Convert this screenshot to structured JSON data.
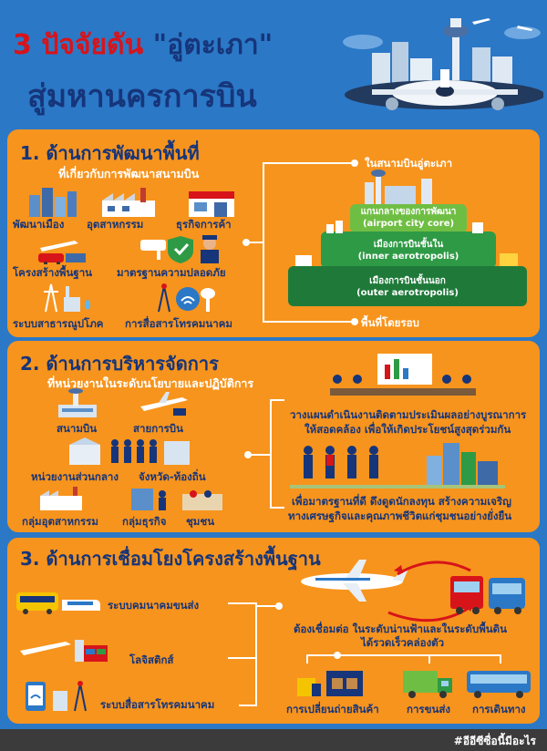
{
  "header": {
    "title_num": "3",
    "title_line1": "ปัจจัยดัน",
    "title_quote": "\"อู่ตะเภา\"",
    "title_line2": "สู่มหานครการบิน"
  },
  "section1": {
    "title": "1. ด้านการพัฒนาพื้นที่",
    "subtitle": "ที่เกี่ยวกับการพัฒนาสนามบิน",
    "items": [
      {
        "label": "พัฒนาเมือง",
        "icon": "city-icon"
      },
      {
        "label": "อุตสาหกรรม",
        "icon": "factory-icon"
      },
      {
        "label": "ธุรกิจการค้า",
        "icon": "shop-icon"
      },
      {
        "label": "โครงสร้างพื้นฐาน",
        "icon": "transport-icon"
      },
      {
        "label": "มาตรฐานความปลอดภัย",
        "icon": "security-icon"
      },
      {
        "label": "ระบบสาธารณูปโภค",
        "icon": "utility-icon"
      },
      {
        "label": "การสื่อสารโทรคมนาคม",
        "icon": "telecom-icon"
      }
    ],
    "pyramid": {
      "top_label": "ในสนามบินอู่ตะเภา",
      "bottom_label": "พื้นที่โดยรอบ",
      "tiers": [
        {
          "th": "แกนกลางของการพัฒนา",
          "en": "(airport city core)"
        },
        {
          "th": "เมืองการบินชั้นใน",
          "en": "(inner aerotropolis)"
        },
        {
          "th": "เมืองการบินชั้นนอก",
          "en": "(outer aerotropolis)"
        }
      ]
    }
  },
  "section2": {
    "title": "2. ด้านการบริหารจัดการ",
    "subtitle": "ที่หน่วยงานในระดับนโยบายและปฏิบัติการ",
    "items": [
      {
        "label": "สนามบิน",
        "icon": "airport-icon"
      },
      {
        "label": "สายการบิน",
        "icon": "airline-icon"
      },
      {
        "label": "หน่วยงานส่วนกลาง",
        "icon": "government-icon"
      },
      {
        "label": "จังหวัด-ท้องถิ่น",
        "icon": "province-icon"
      },
      {
        "label": "กลุ่มอุตสาหกรรม",
        "icon": "industry-group-icon"
      },
      {
        "label": "กลุ่มธุรกิจ",
        "icon": "business-group-icon"
      },
      {
        "label": "ชุมชน",
        "icon": "community-icon"
      }
    ],
    "text1_line1": "วางแผนดำเนินงานติดตามประเมินผลอย่างบูรณาการ",
    "text1_line2": "ให้สอดคล้อง เพื่อให้เกิดประโยชน์สูงสุดร่วมกัน",
    "text2_line1": "เพื่อมาตรฐานที่ดี ดึงดูดนักลงทุน สร้างความเจริญ",
    "text2_line2": "ทางเศรษฐกิจและคุณภาพชีวิตแก่ชุมชนอย่างยั่งยืน"
  },
  "section3": {
    "title": "3. ด้านการเชื่อมโยงโครงสร้างพื้นฐาน",
    "items": [
      {
        "label": "ระบบคมนาคมขนส่ง",
        "icon": "bus-train-icon"
      },
      {
        "label": "โลจิสติกส์",
        "icon": "logistics-icon"
      },
      {
        "label": "ระบบสื่อสารโทรคมนาคม",
        "icon": "communication-icon"
      }
    ],
    "connect_line1": "ต้องเชื่อมต่อ ในระดับน่านฟ้าและในระดับพื้นดิน",
    "connect_line2": "ได้รวดเร็วคล่องตัว",
    "bottom_items": [
      {
        "label": "การเปลี่ยนถ่ายสินค้า",
        "icon": "cargo-icon"
      },
      {
        "label": "การขนส่ง",
        "icon": "truck-icon"
      },
      {
        "label": "การเดินทาง",
        "icon": "travel-bus-icon"
      }
    ]
  },
  "footer": {
    "hashtag": "#อีอีซีซื่อนี้มีอะไร"
  },
  "colors": {
    "background": "#2b78c7",
    "panel": "#f7941d",
    "navy": "#16357a",
    "red": "#d7141a",
    "green_dark": "#1f7a3a",
    "green_mid": "#2f9a45",
    "green_light": "#6fbe44"
  }
}
